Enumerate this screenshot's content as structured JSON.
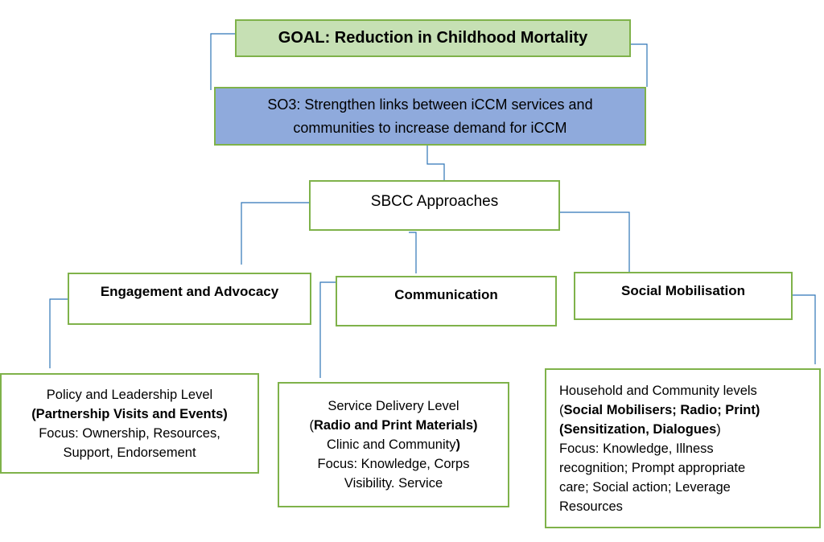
{
  "goal": {
    "text": "GOAL:  Reduction in Childhood Mortality"
  },
  "so3": {
    "line1": "SO3: Strengthen links between iCCM services and",
    "line2": "communities to increase demand for iCCM"
  },
  "sbcc": {
    "text": "SBCC Approaches"
  },
  "categories": {
    "engagement": "Engagement and Advocacy",
    "communication": "Communication",
    "social": "Social Mobilisation"
  },
  "policy": {
    "line1": "Policy and Leadership Level",
    "line2": "(Partnership Visits and Events)",
    "line3": "Focus: Ownership, Resources,",
    "line4": "Support, Endorsement"
  },
  "service": {
    "line1": "Service Delivery Level",
    "line2_paren_open": "(",
    "line2_bold": "Radio and Print Materials)",
    "line3_text": "Clinic and Community",
    "line3_paren": ")",
    "line4": "Focus: Knowledge, Corps",
    "line5": "Visibility. Service"
  },
  "household": {
    "line1": "Household and Community levels",
    "line2_paren_open": "(",
    "line2_bold": "Social Mobilisers; Radio; Print)",
    "line3_bold": "(Sensitization, Dialogues",
    "line3_paren": ")",
    "line4": "Focus: Knowledge, Illness",
    "line5": "recognition; Prompt appropriate",
    "line6": "care; Social action; Leverage",
    "line7": "Resources"
  },
  "colors": {
    "box_border": "#7fb24a",
    "goal_fill": "#c6e0b4",
    "so3_fill": "#8faadc",
    "connector": "#2e75b6"
  }
}
